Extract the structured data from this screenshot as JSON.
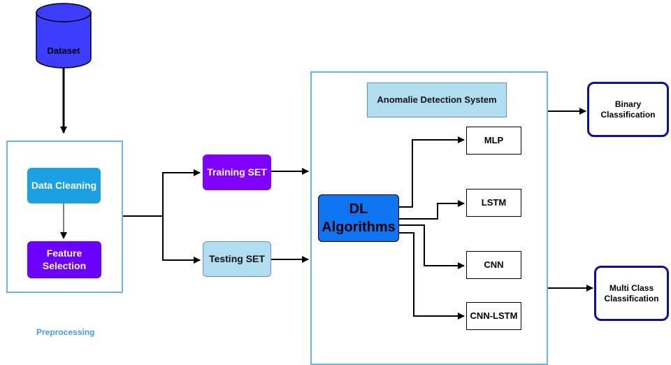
{
  "nodes": {
    "dataset": "Dataset",
    "data_cleaning": "Data Cleaning",
    "feature_selection": "Feature Selection",
    "preprocessing": "Preprocessing",
    "training_set": "Training SET",
    "testing_set": "Testing SET",
    "anomalie_detection": "Anomalie Detection System",
    "dl_algorithms": "DL Algorithms",
    "mlp": "MLP",
    "lstm": "LSTM",
    "cnn": "CNN",
    "cnn_lstm": "CNN-LSTM",
    "binary_classification": "Binary Classification",
    "multi_class_classification": "Multi Class Classification"
  },
  "colors": {
    "dataset_fill": "#3d3dff",
    "cleaning_fill": "#1ba1e2",
    "feature_fill": "#6a00ff",
    "training_fill": "#7f00ff",
    "testing_fill": "#b1ddf0",
    "anomalie_fill": "#b1ddf0",
    "dl_fill": "#0d74f2",
    "frame_border": "#66b3f5",
    "output_border": "#0a0fa8",
    "preprocessing_text": "#3f9cff"
  }
}
